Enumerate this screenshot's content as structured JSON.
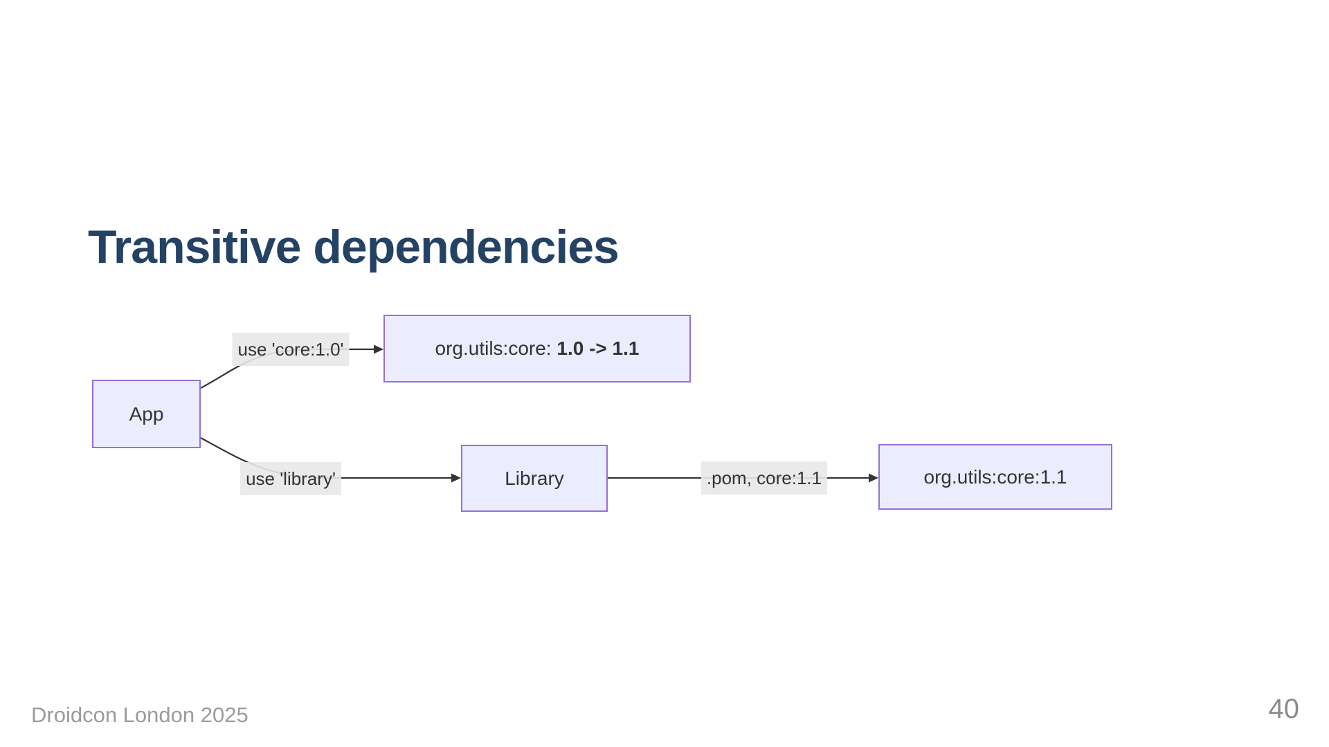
{
  "slide": {
    "title": "Transitive dependencies",
    "footer": "Droidcon London 2025",
    "page_number": "40"
  },
  "diagram": {
    "nodes": {
      "app": {
        "label": "App"
      },
      "core_updated": {
        "label_prefix": "org.utils:core: ",
        "label_bold": "1.0 -> 1.1"
      },
      "library": {
        "label": "Library"
      },
      "core11": {
        "label": "org.utils:core:1.1"
      }
    },
    "edges": {
      "app_core": {
        "label": "use 'core:1.0'"
      },
      "app_library": {
        "label": "use 'library'"
      },
      "library_core": {
        "label": ".pom, core:1.1"
      }
    }
  },
  "colors": {
    "title": "#244264",
    "node_fill": "#ECECFF",
    "node_border": "#9370DB",
    "edge_line": "#333333",
    "edge_label_bg": "#E8E8E8",
    "node_text": "#333333",
    "footer_text": "#9B9B9B",
    "page_number": "#8A8A8A",
    "background": "#FFFFFF"
  }
}
